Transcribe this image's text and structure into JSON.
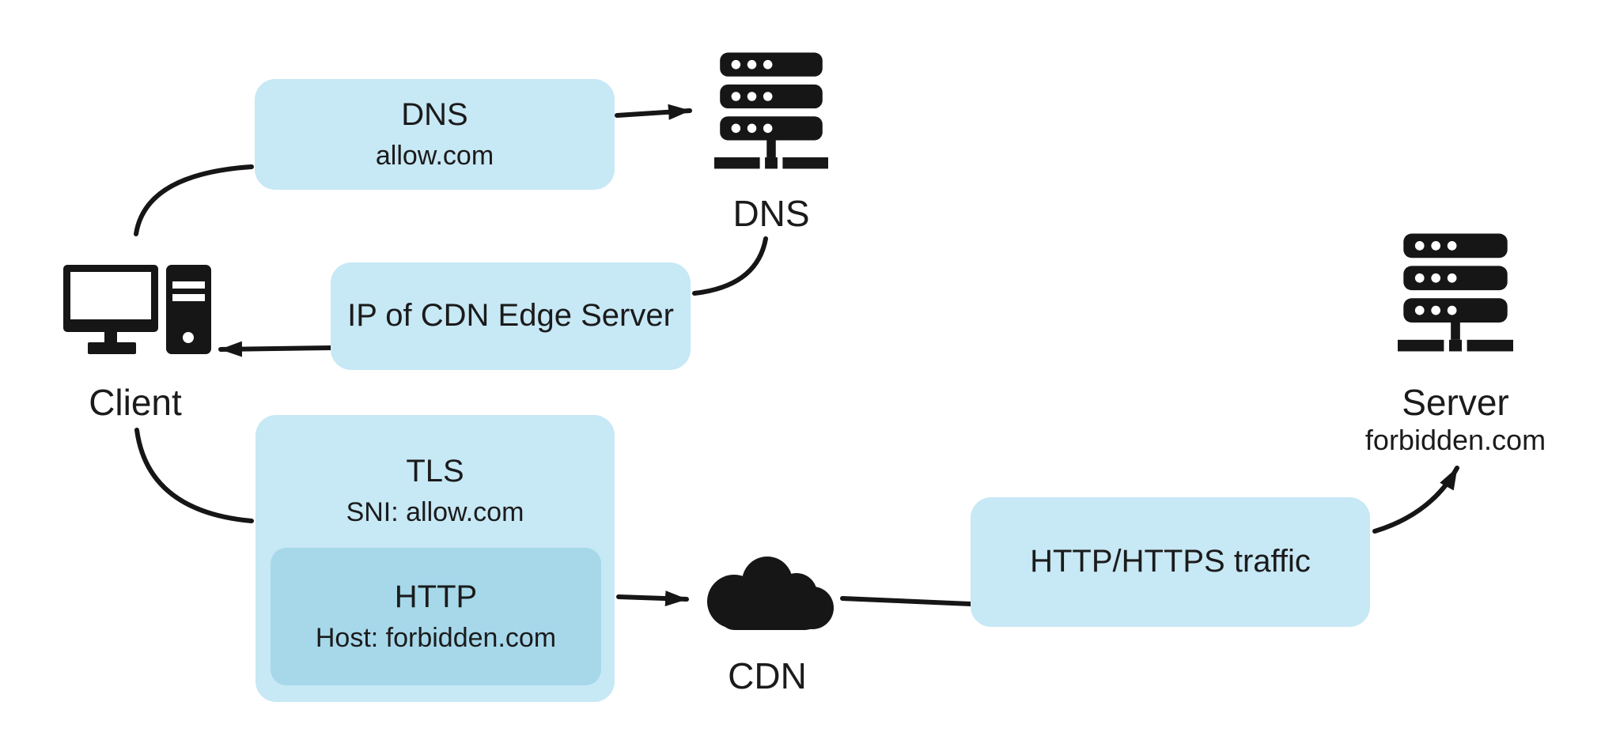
{
  "nodes": {
    "client": {
      "label": "Client"
    },
    "dns": {
      "label": "DNS"
    },
    "cdn": {
      "label": "CDN"
    },
    "server": {
      "label": "Server",
      "domain": "forbidden.com"
    }
  },
  "messages": {
    "dns_query": {
      "title": "DNS",
      "body": "allow.com"
    },
    "dns_response": {
      "title": "IP of CDN Edge Server"
    },
    "tls": {
      "title": "TLS",
      "body": "SNI: allow.com"
    },
    "http": {
      "title": "HTTP",
      "body": "Host: forbidden.com"
    },
    "traffic": {
      "title": "HTTP/HTTPS traffic"
    }
  },
  "colors": {
    "message_box": "#c7e8f5",
    "nested_box": "#a6d8ea",
    "ink": "#1b1b1b",
    "icon": "#161616",
    "background": "#ffffff"
  }
}
